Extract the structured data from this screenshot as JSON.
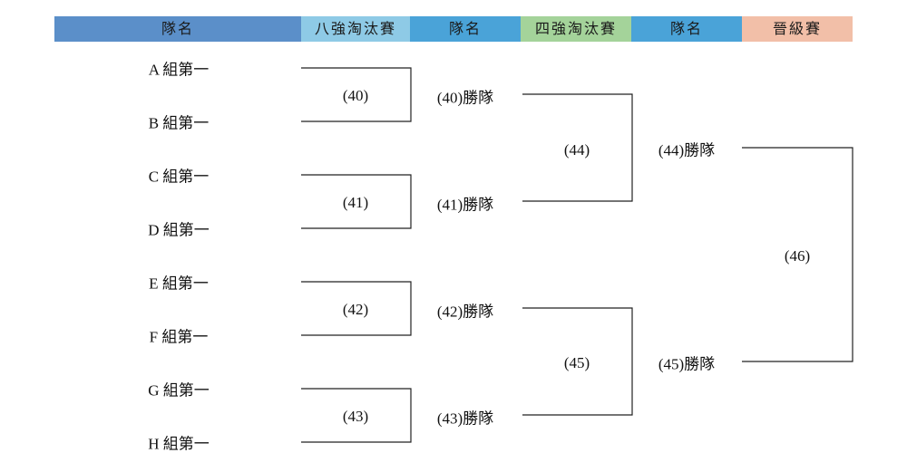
{
  "header": {
    "columns": [
      {
        "label": "隊名",
        "color": "#5b8fc9",
        "width": 272
      },
      {
        "label": "八強淘汰賽",
        "color": "#8ecae6",
        "width": 120
      },
      {
        "label": "隊名",
        "color": "#4aa3d8",
        "width": 122
      },
      {
        "label": "四強淘汰賽",
        "color": "#a4d39a",
        "width": 122
      },
      {
        "label": "隊名",
        "color": "#4aa3d8",
        "width": 122
      },
      {
        "label": "晉級賽",
        "color": "#f2bfa8",
        "width": 122
      }
    ]
  },
  "teams": [
    "A 組第一",
    "B 組第一",
    "C 組第一",
    "D 組第一",
    "E 組第一",
    "F 組第一",
    "G 組第一",
    "H 組第一"
  ],
  "quarterfinals": [
    {
      "match": "(40)",
      "winner": "(40)勝隊"
    },
    {
      "match": "(41)",
      "winner": "(41)勝隊"
    },
    {
      "match": "(42)",
      "winner": "(42)勝隊"
    },
    {
      "match": "(43)",
      "winner": "(43)勝隊"
    }
  ],
  "semifinals": [
    {
      "match": "(44)",
      "winner": "(44)勝隊"
    },
    {
      "match": "(45)",
      "winner": "(45)勝隊"
    }
  ],
  "final": {
    "match": "(46)"
  },
  "line_color": "#222222"
}
